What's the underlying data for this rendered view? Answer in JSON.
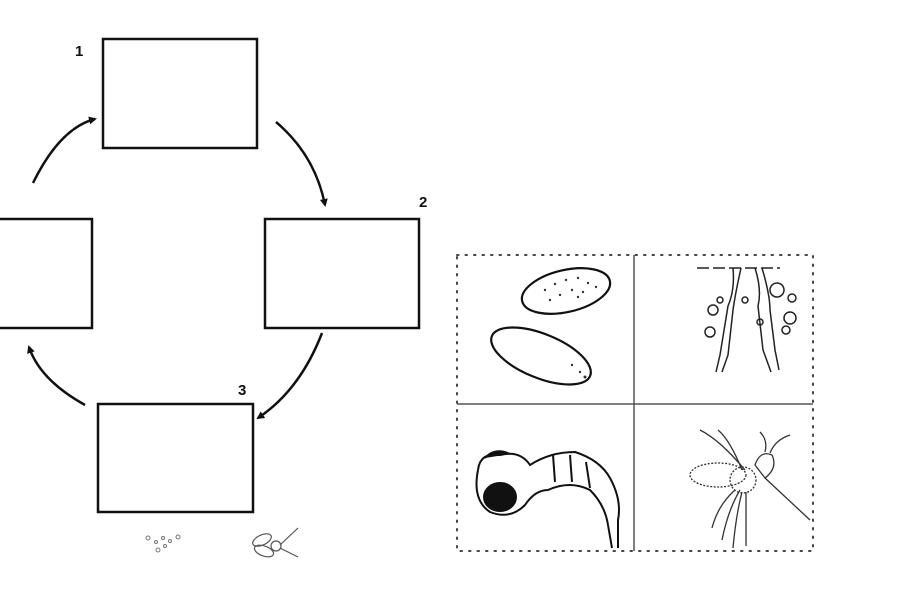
{
  "diagram": {
    "stage_labels": [
      "1",
      "2",
      "3"
    ],
    "stage_boxes": [
      "box-1",
      "box-2",
      "box-3",
      "box-4"
    ],
    "picture_panel": {
      "cells": [
        "eggs-icon",
        "pupae-icon",
        "larva-icon",
        "adult-mosquito-icon"
      ]
    },
    "colors": {
      "stroke": "#111111",
      "background": "#ffffff"
    }
  }
}
